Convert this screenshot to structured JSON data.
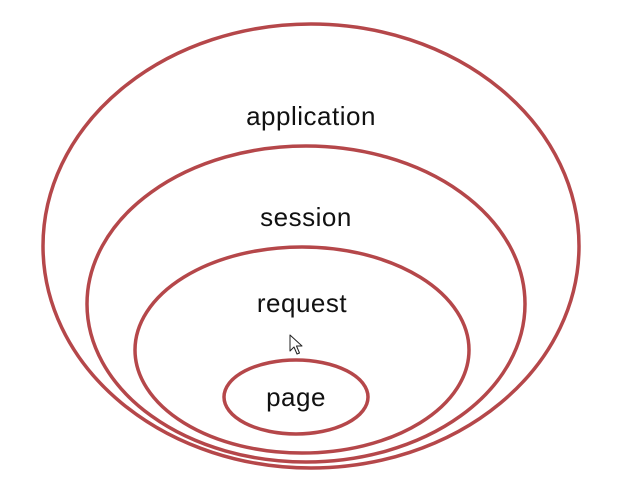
{
  "diagram": {
    "stroke_color": "#b5474a",
    "scopes": [
      {
        "label": "application"
      },
      {
        "label": "session"
      },
      {
        "label": "request"
      },
      {
        "label": "page"
      }
    ]
  },
  "icons": {
    "cursor": "mouse-pointer-icon"
  }
}
